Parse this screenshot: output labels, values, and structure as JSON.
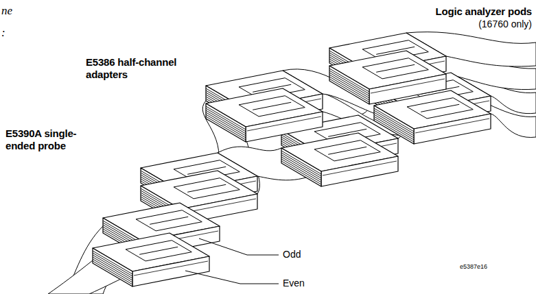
{
  "diagram": {
    "labels": [
      "ne",
      ":",
      "Logic analyzer pods",
      "(16760 only)",
      "E5386 half-channel adapters",
      "E5390A single-ended probe",
      "Odd",
      "Even",
      "e5387e16"
    ]
  }
}
